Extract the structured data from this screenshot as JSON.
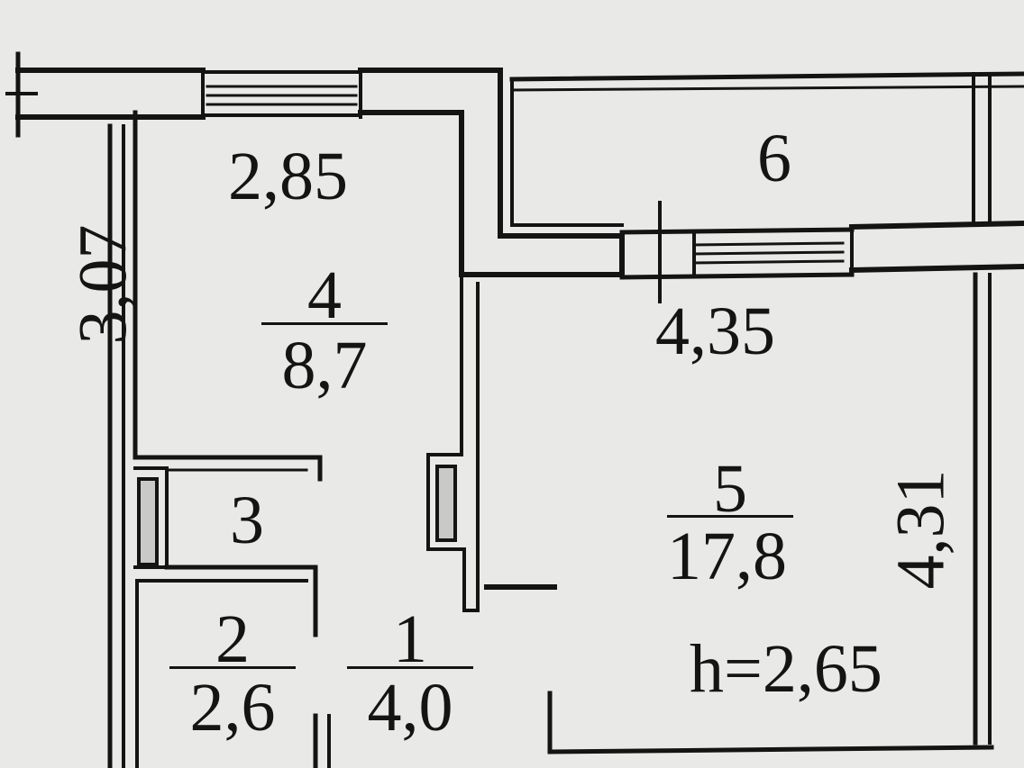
{
  "rooms": [
    {
      "id": "1",
      "area": "4,0"
    },
    {
      "id": "2",
      "area": "2,6"
    },
    {
      "id": "3",
      "area": ""
    },
    {
      "id": "4",
      "area": "8,7"
    },
    {
      "id": "5",
      "area": "17,8"
    },
    {
      "id": "6",
      "area": ""
    }
  ],
  "dimensions": {
    "room4_width": "2,85",
    "room4_length": "3,07",
    "room5_width": "4,35",
    "room5_length": "4,31"
  },
  "ceiling_height": "h=2,65"
}
